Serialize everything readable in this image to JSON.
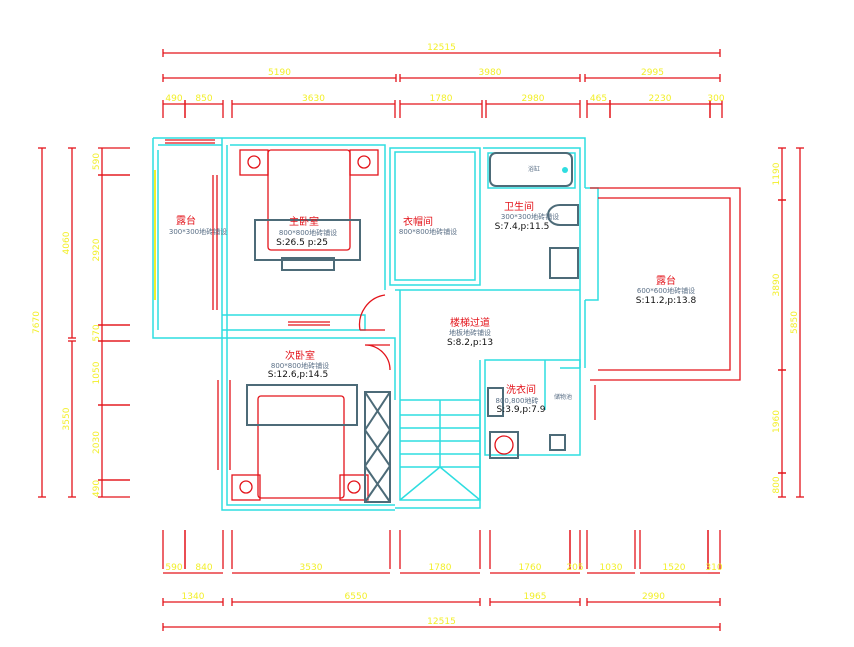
{
  "dimensions": {
    "top": {
      "overall": "12515",
      "row2": [
        "5190",
        "3980",
        "2995"
      ],
      "row3": [
        "490",
        "850",
        "3630",
        "1780",
        "2980",
        "465",
        "2230",
        "300"
      ]
    },
    "bottom": {
      "row1": [
        "590",
        "840",
        "3530",
        "1780",
        "1760",
        "205",
        "1030",
        "1520",
        "310"
      ],
      "row2": [
        "1340",
        "6550",
        "1965",
        "2990"
      ],
      "overall": "12515"
    },
    "left": {
      "overall": "7670",
      "row2": [
        "4060",
        "3550"
      ],
      "row3": [
        "590",
        "2920",
        "570",
        "1050",
        "2030",
        "490"
      ]
    },
    "right": {
      "row1": [
        "1190",
        "3890",
        "1960",
        "800"
      ],
      "overall": "5850"
    }
  },
  "rooms": {
    "balcony_left": {
      "name": "露台",
      "floor": "300*300地砖铺设"
    },
    "master_bedroom": {
      "name": "主卧室",
      "floor": "800*800地砖铺设",
      "area": "S:26.5  p:25"
    },
    "cloakroom": {
      "name": "衣帽间",
      "floor": "800*800地砖铺设"
    },
    "bathroom": {
      "name": "卫生间",
      "floor": "300*300地砖铺设",
      "area": "S:7.4,p:11.5",
      "bathtub": "浴缸"
    },
    "terrace_right": {
      "name": "露台",
      "floor": "600*600地砖铺设",
      "area": "S:11.2,p:13.8"
    },
    "stair_hall": {
      "name": "楼梯过道",
      "floor": "地板地砖铺设",
      "area": "S:8.2,p:13"
    },
    "second_bedroom": {
      "name": "次卧室",
      "floor": "800*800地砖铺设",
      "area": "S:12.6,p:14.5"
    },
    "laundry": {
      "name": "洗衣间",
      "floor": "800,800地砖",
      "area": "S:3.9,p:7.9",
      "storage": "储物池"
    }
  },
  "colors": {
    "wall": "#2fdde0",
    "dimension": "#e3141b",
    "dimension_text": "#f2ef2a",
    "room_label": "#e3141b"
  }
}
